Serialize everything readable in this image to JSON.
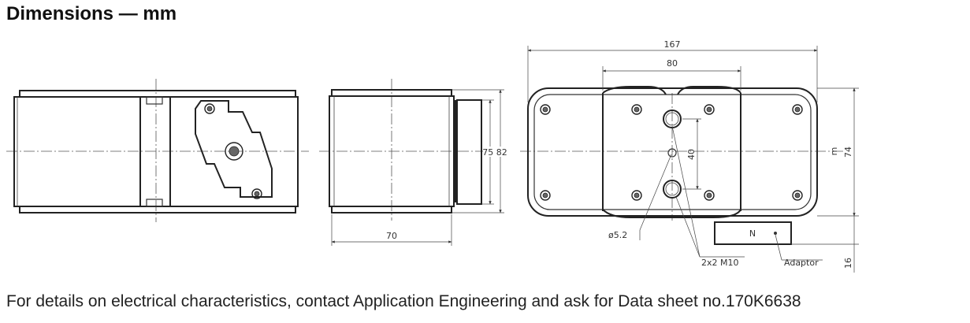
{
  "heading": "Dimensions — mm",
  "dimensions": {
    "overall_width": "167",
    "mount_spacing": "80",
    "vertical_spacing": "40",
    "overall_height": "74",
    "side_width": "70",
    "side_heights": "75 82",
    "adaptor_height": "16",
    "hole_diameter": "ø5.2",
    "thread": "2x2 M10",
    "adaptor_label": "Adaptor",
    "adaptor_letter": "N",
    "m_letter": "m"
  },
  "footer": "For details on electrical characteristics, contact Application Engineering and ask for Data sheet no.170K6638"
}
